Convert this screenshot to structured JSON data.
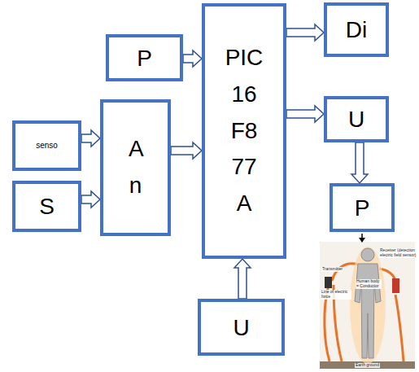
{
  "diagram": {
    "nodes": [
      {
        "text": [
          "P"
        ]
      },
      {
        "text": [
          "PIC 16 F8 77 A"
        ]
      },
      {
        "text": [
          "Di"
        ]
      },
      {
        "text": [
          "U"
        ]
      },
      {
        "text": [
          "senso"
        ]
      },
      {
        "text": [
          "S"
        ]
      },
      {
        "text": [
          "A n"
        ]
      },
      {
        "text": [
          "P"
        ]
      },
      {
        "text": [
          "U"
        ]
      }
    ],
    "edges": [
      {
        "from": 0,
        "to": 1,
        "arrow": "to"
      },
      {
        "from": 4,
        "to": 6,
        "arrow": "to"
      },
      {
        "from": 5,
        "to": 6,
        "arrow": "to"
      },
      {
        "from": 6,
        "to": 1,
        "arrow": "to"
      },
      {
        "from": 1,
        "to": 2,
        "arrow": "to"
      },
      {
        "from": 1,
        "to": 3,
        "arrow": "to"
      },
      {
        "from": 3,
        "to": 7,
        "arrow": "to"
      },
      {
        "from": 8,
        "to": 1,
        "arrow": "to"
      }
    ],
    "labels": [
      "Transmitter",
      "Line of electric force",
      "Human body = Conductor",
      "Receiver (detection electric field sensor)",
      "Earth ground"
    ]
  }
}
